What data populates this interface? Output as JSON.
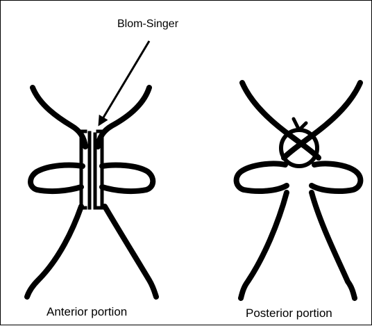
{
  "callout": {
    "label": "Blom-Singer"
  },
  "captions": {
    "left": "Anterior portion",
    "right": "Posterior portion"
  },
  "colors": {
    "ink": "#000000",
    "background": "#ffffff"
  }
}
